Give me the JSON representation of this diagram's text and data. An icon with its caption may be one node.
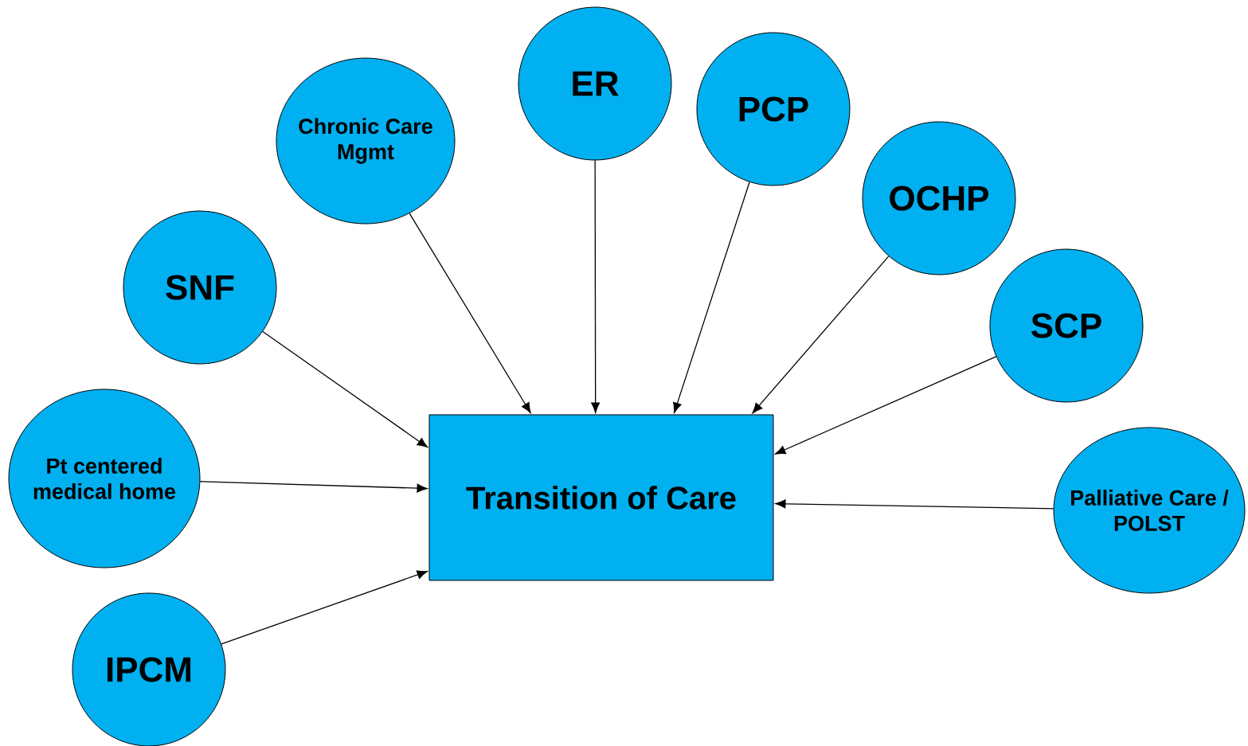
{
  "diagram": {
    "nodes": [
      {
        "text": [
          "ER"
        ]
      },
      {
        "text": [
          "PCP"
        ]
      },
      {
        "text": [
          "Chronic Care Mgmt"
        ]
      },
      {
        "text": [
          "OCHP"
        ]
      },
      {
        "text": [
          "SNF"
        ]
      },
      {
        "text": [
          "SCP"
        ]
      },
      {
        "text": [
          "Pt centered medical home"
        ]
      },
      {
        "text": [
          "Transition of Care"
        ]
      },
      {
        "text": [
          "Palliative Care / POLST"
        ]
      },
      {
        "text": [
          "IPCM"
        ]
      }
    ],
    "edges": [
      {
        "from": 0,
        "to": 7,
        "arrow": "to"
      },
      {
        "from": 1,
        "to": 7,
        "arrow": "to"
      },
      {
        "from": 2,
        "to": 7,
        "arrow": "to"
      },
      {
        "from": 3,
        "to": 7,
        "arrow": "to"
      },
      {
        "from": 4,
        "to": 7,
        "arrow": "to"
      },
      {
        "from": 5,
        "to": 7,
        "arrow": "to"
      },
      {
        "from": 6,
        "to": 7,
        "arrow": "to"
      },
      {
        "from": 8,
        "to": 7,
        "arrow": "to"
      },
      {
        "from": 9,
        "to": 7,
        "arrow": "to"
      }
    ]
  }
}
